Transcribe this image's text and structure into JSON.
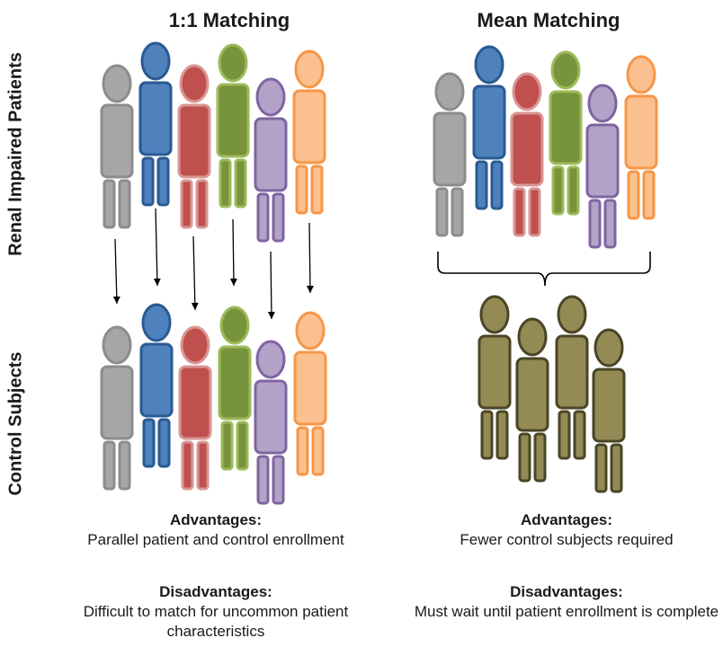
{
  "titles": {
    "left": "1:1 Matching",
    "right": "Mean Matching"
  },
  "row_labels": {
    "top": "Renal Impaired Patients",
    "bottom": "Control Subjects"
  },
  "captions": {
    "left": {
      "advantages_header": "Advantages:",
      "advantages_text": "Parallel patient and control enrollment",
      "disadvantages_header": "Disadvantages:",
      "disadvantages_text": "Difficult to match for uncommon patient characteristics"
    },
    "right": {
      "advantages_header": "Advantages:",
      "advantages_text": "Fewer control subjects required",
      "disadvantages_header": "Disadvantages:",
      "disadvantages_text": "Must wait until patient enrollment is complete"
    }
  },
  "colors": {
    "gray": {
      "fill": "#a6a6a6",
      "stroke": "#8c8c8c"
    },
    "blue": {
      "fill": "#4f81bd",
      "stroke": "#2a5a92"
    },
    "red": {
      "fill": "#c0504d",
      "stroke": "#d99694"
    },
    "green": {
      "fill": "#77933c",
      "stroke": "#9bbb59"
    },
    "purple": {
      "fill": "#b3a2c7",
      "stroke": "#7f64a1"
    },
    "orange": {
      "fill": "#fac090",
      "stroke": "#f79646"
    },
    "olive": {
      "fill": "#948a54",
      "stroke": "#4a4526"
    }
  }
}
